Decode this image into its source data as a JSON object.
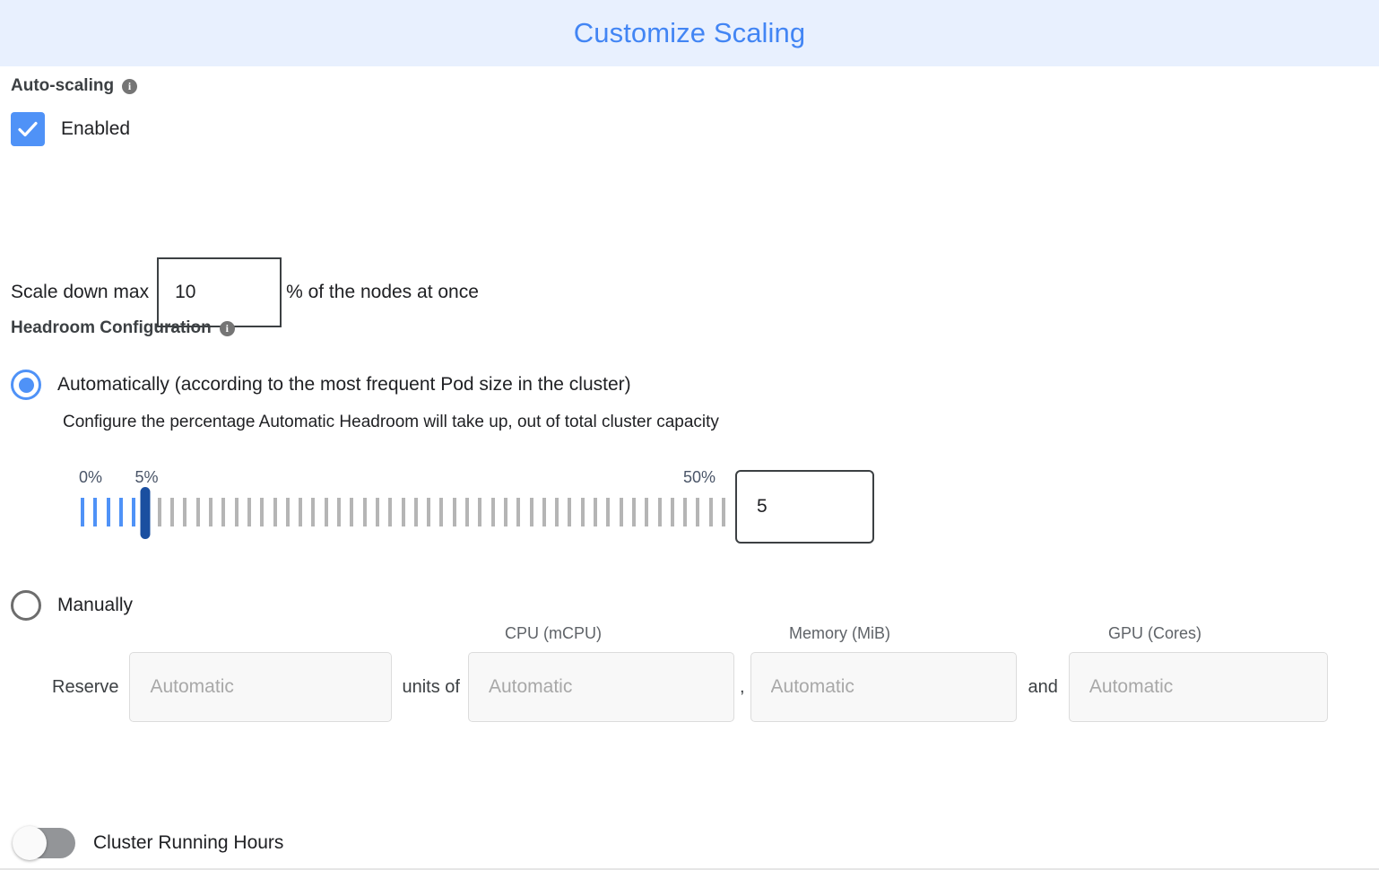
{
  "header": {
    "title": "Customize Scaling",
    "background": "#e8f0fe",
    "title_color": "#4285f4"
  },
  "autoscaling": {
    "section_label": "Auto-scaling",
    "info_icon": "info-icon",
    "info_glyph": "i",
    "checkbox_checked": true,
    "checkbox_label": "Enabled",
    "accent_color": "#4f92f7"
  },
  "scale_down": {
    "prefix_label": "Scale down max",
    "value": "10",
    "suffix_label": "% of the nodes at once"
  },
  "headroom": {
    "section_label": "Headroom Configuration",
    "info_glyph": "i",
    "option_automatic": {
      "label": "Automatically (according to the most frequent Pod size in the cluster)",
      "selected": true,
      "help_text": "Configure the percentage Automatic Headroom will take up, out of total cluster capacity"
    },
    "option_manual": {
      "label": "Manually",
      "selected": false
    }
  },
  "slider": {
    "min_label": "0%",
    "max_label": "50%",
    "current_label": "5%",
    "value": "5",
    "min": 0,
    "max": 50,
    "tick_count": 51,
    "filled_color": "#4f92f7",
    "empty_color": "#b5b5b5",
    "thumb_color": "#1a4fa0"
  },
  "reserve": {
    "prefix_label": "Reserve",
    "units_label": "units of",
    "comma_label": ",",
    "and_label": "and",
    "fields": [
      {
        "name": "units",
        "header": "",
        "placeholder": "Automatic",
        "value": ""
      },
      {
        "name": "cpu",
        "header": "CPU (mCPU)",
        "placeholder": "Automatic",
        "value": ""
      },
      {
        "name": "memory",
        "header": "Memory (MiB)",
        "placeholder": "Automatic",
        "value": ""
      },
      {
        "name": "gpu",
        "header": "GPU (Cores)",
        "placeholder": "Automatic",
        "value": ""
      }
    ]
  },
  "cluster_running_hours": {
    "label": "Cluster Running Hours",
    "enabled": false
  }
}
